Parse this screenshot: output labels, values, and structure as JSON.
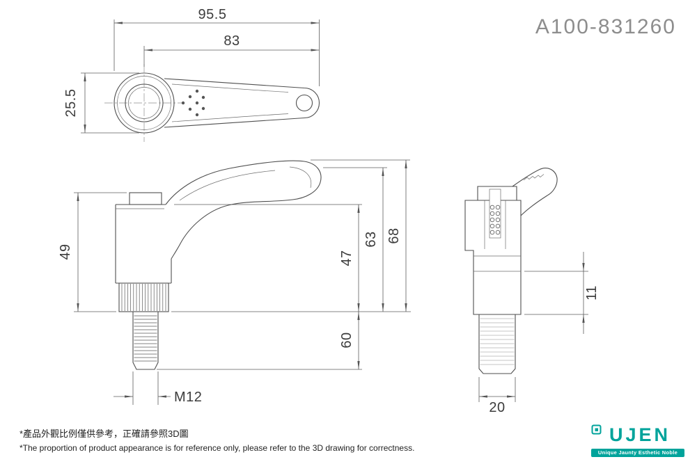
{
  "part_number": "A100-831260",
  "dims": {
    "top": {
      "overall": "95.5",
      "centers": "83",
      "width": "25.5"
    },
    "front": {
      "left_height": "49",
      "body_height": "47",
      "mid_height": "63",
      "total_height": "68",
      "thread_length": "60",
      "thread_size": "M12"
    },
    "side": {
      "step": "11",
      "width": "20"
    }
  },
  "notes": {
    "zh": "*產品外觀比例僅供參考，正確請參照3D圖",
    "en": "*The proportion of product appearance is for reference only, please refer to the 3D drawing for correctness."
  },
  "logo": {
    "name": "UJEN",
    "tagline": "Unique Jaunty Esthetic Noble",
    "color": "#00a39b"
  }
}
